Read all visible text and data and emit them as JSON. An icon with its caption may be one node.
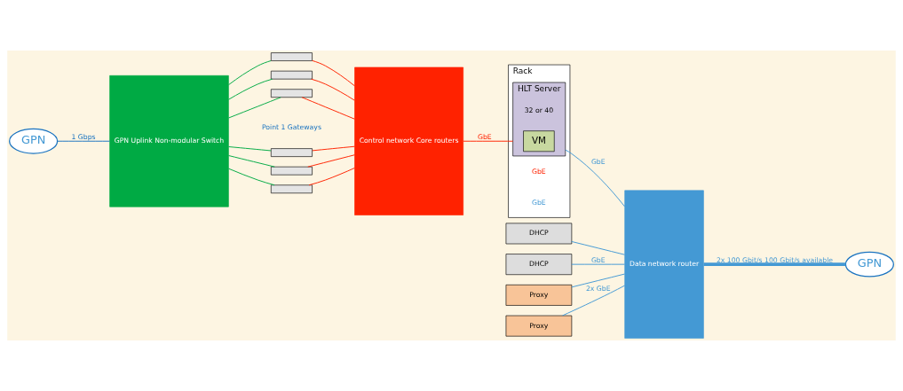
{
  "diagram": {
    "nodes": [
      {
        "text": [
          "GPN"
        ]
      },
      {
        "text": [
          "GPN Uplink Non-modular Switch"
        ]
      },
      {
        "text": [],
        "shape": "box"
      },
      {
        "text": [],
        "shape": "box"
      },
      {
        "text": [],
        "shape": "box"
      },
      {
        "text": [],
        "shape": "box"
      },
      {
        "text": [],
        "shape": "box"
      },
      {
        "text": [],
        "shape": "box"
      },
      {
        "text": [
          "Control network Core routers"
        ]
      },
      {
        "text": [
          "DHCP"
        ]
      },
      {
        "text": [
          "DHCP"
        ]
      },
      {
        "text": [
          "Proxy"
        ]
      },
      {
        "text": [
          "Proxy"
        ]
      },
      {
        "text": [
          "Data network router"
        ]
      },
      {
        "text": [
          "Rack"
        ]
      },
      {
        "text": [
          "HLT Server"
        ],
        "beside": [
          "32 or 40"
        ],
        "in": 14
      },
      {
        "text": [
          "VM"
        ],
        "in": 15
      },
      {
        "text": [
          "GPN"
        ]
      }
    ],
    "edges": [
      {
        "from": 0,
        "to": 1,
        "arrow": "none",
        "label": "1 Gbps",
        "color": "#1a73c0"
      },
      {
        "from": 1,
        "to": 2,
        "arrow": "none",
        "color": "#00aa44"
      },
      {
        "from": 1,
        "to": 3,
        "arrow": "none",
        "color": "#00aa44"
      },
      {
        "from": 1,
        "to": 4,
        "arrow": "none",
        "color": "#00aa44"
      },
      {
        "from": 1,
        "to": 5,
        "arrow": "none",
        "color": "#00aa44"
      },
      {
        "from": 1,
        "to": 6,
        "arrow": "none",
        "color": "#00aa44"
      },
      {
        "from": 1,
        "to": 7,
        "arrow": "none",
        "color": "#00aa44"
      },
      {
        "from": 2,
        "to": 8,
        "arrow": "none",
        "color": "#ff2200"
      },
      {
        "from": 3,
        "to": 8,
        "arrow": "none",
        "color": "#ff2200"
      },
      {
        "from": 4,
        "to": 8,
        "arrow": "none",
        "color": "#ff2200"
      },
      {
        "from": 5,
        "to": 8,
        "arrow": "none",
        "color": "#ff2200"
      },
      {
        "from": 6,
        "to": 8,
        "arrow": "none",
        "color": "#ff2200"
      },
      {
        "from": 7,
        "to": 8,
        "arrow": "none",
        "color": "#ff2200"
      },
      {
        "from": 9,
        "to": 13,
        "arrow": "none",
        "color": "#4499d4"
      },
      {
        "from": 10,
        "to": 13,
        "arrow": "none",
        "label": "GbE",
        "color": "#4499d4"
      },
      {
        "from": 11,
        "to": 13,
        "arrow": "none",
        "color": "#4499d4"
      },
      {
        "from": 12,
        "to": 13,
        "arrow": "none",
        "label": "2x GbE",
        "color": "#4499d4"
      },
      {
        "from": 8,
        "to": 15,
        "arrow": "none",
        "label": "GbE",
        "color": "#ff2200"
      },
      {
        "from": 15,
        "to": 13,
        "arrow": "none",
        "label": "GbE",
        "color": "#4499d4"
      },
      {
        "from": 13,
        "to": 17,
        "arrow": "none",
        "label": "2x 100 Gbit/s 100 Gbit/s available",
        "style": "thick",
        "color": "#4499d4"
      }
    ],
    "labels": [
      "Point 1 Gateways",
      "GbE",
      "GbE"
    ]
  }
}
